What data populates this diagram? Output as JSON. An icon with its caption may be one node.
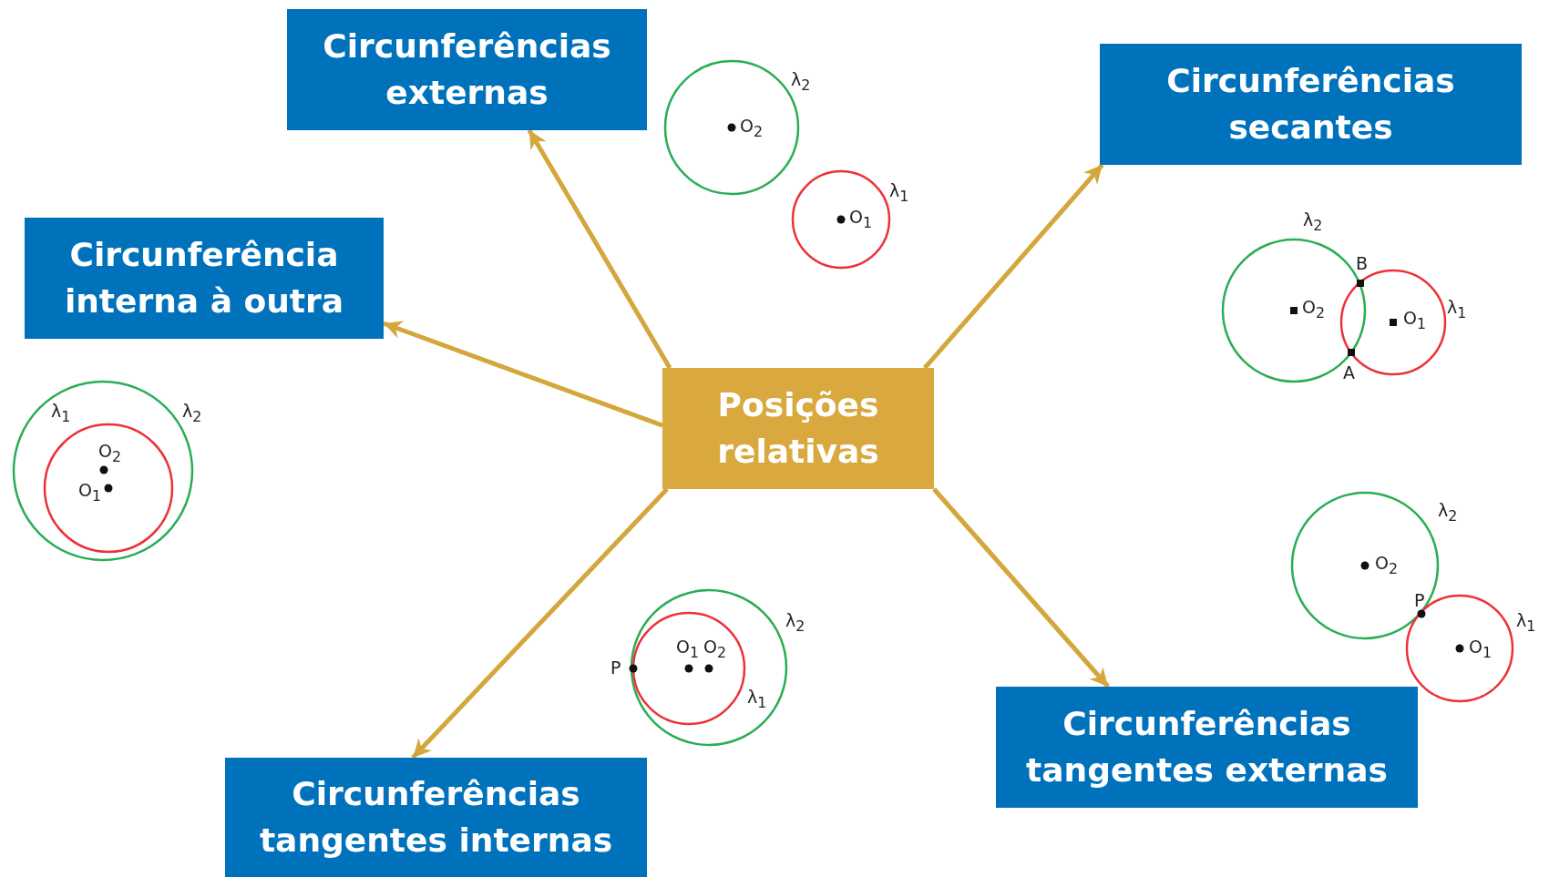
{
  "diagram": {
    "nodes": [
      {
        "text": [
          "Posições relativas"
        ]
      },
      {
        "text": [
          "Circunferências externas"
        ]
      },
      {
        "text": [
          "Circunferências secantes"
        ]
      },
      {
        "text": [
          "Circunferência interna à outra"
        ]
      },
      {
        "text": [
          "Circunferências tangentes internas"
        ]
      },
      {
        "text": [
          "Circunferências tangentes externas"
        ]
      }
    ],
    "edges": [
      {
        "from": 0,
        "to": 1,
        "arrow": "to"
      },
      {
        "from": 0,
        "to": 2,
        "arrow": "to"
      },
      {
        "from": 0,
        "to": 3,
        "arrow": "to"
      },
      {
        "from": 0,
        "to": 4,
        "arrow": "to"
      },
      {
        "from": 0,
        "to": 5,
        "arrow": "to"
      }
    ],
    "labels": [
      "λ$_{2}$",
      "O$_{2}$",
      "λ$_{1}$",
      "O$_{1}$",
      "λ$_{2}$",
      "B",
      "O$_{2}$",
      "λ$_{1}$",
      "O$_{1}$",
      "A",
      "λ$_{1}$",
      "λ$_{2}$",
      "O$_{2}$",
      "O$_{1}$",
      "λ$_{2}$",
      "O$_{2}$",
      "P",
      "λ$_{2}$",
      "λ$_{1}$",
      "O$_{1}$",
      "O$_{2}$",
      "O$_{1}$",
      "P",
      "λ$_{1}$"
    ]
  }
}
